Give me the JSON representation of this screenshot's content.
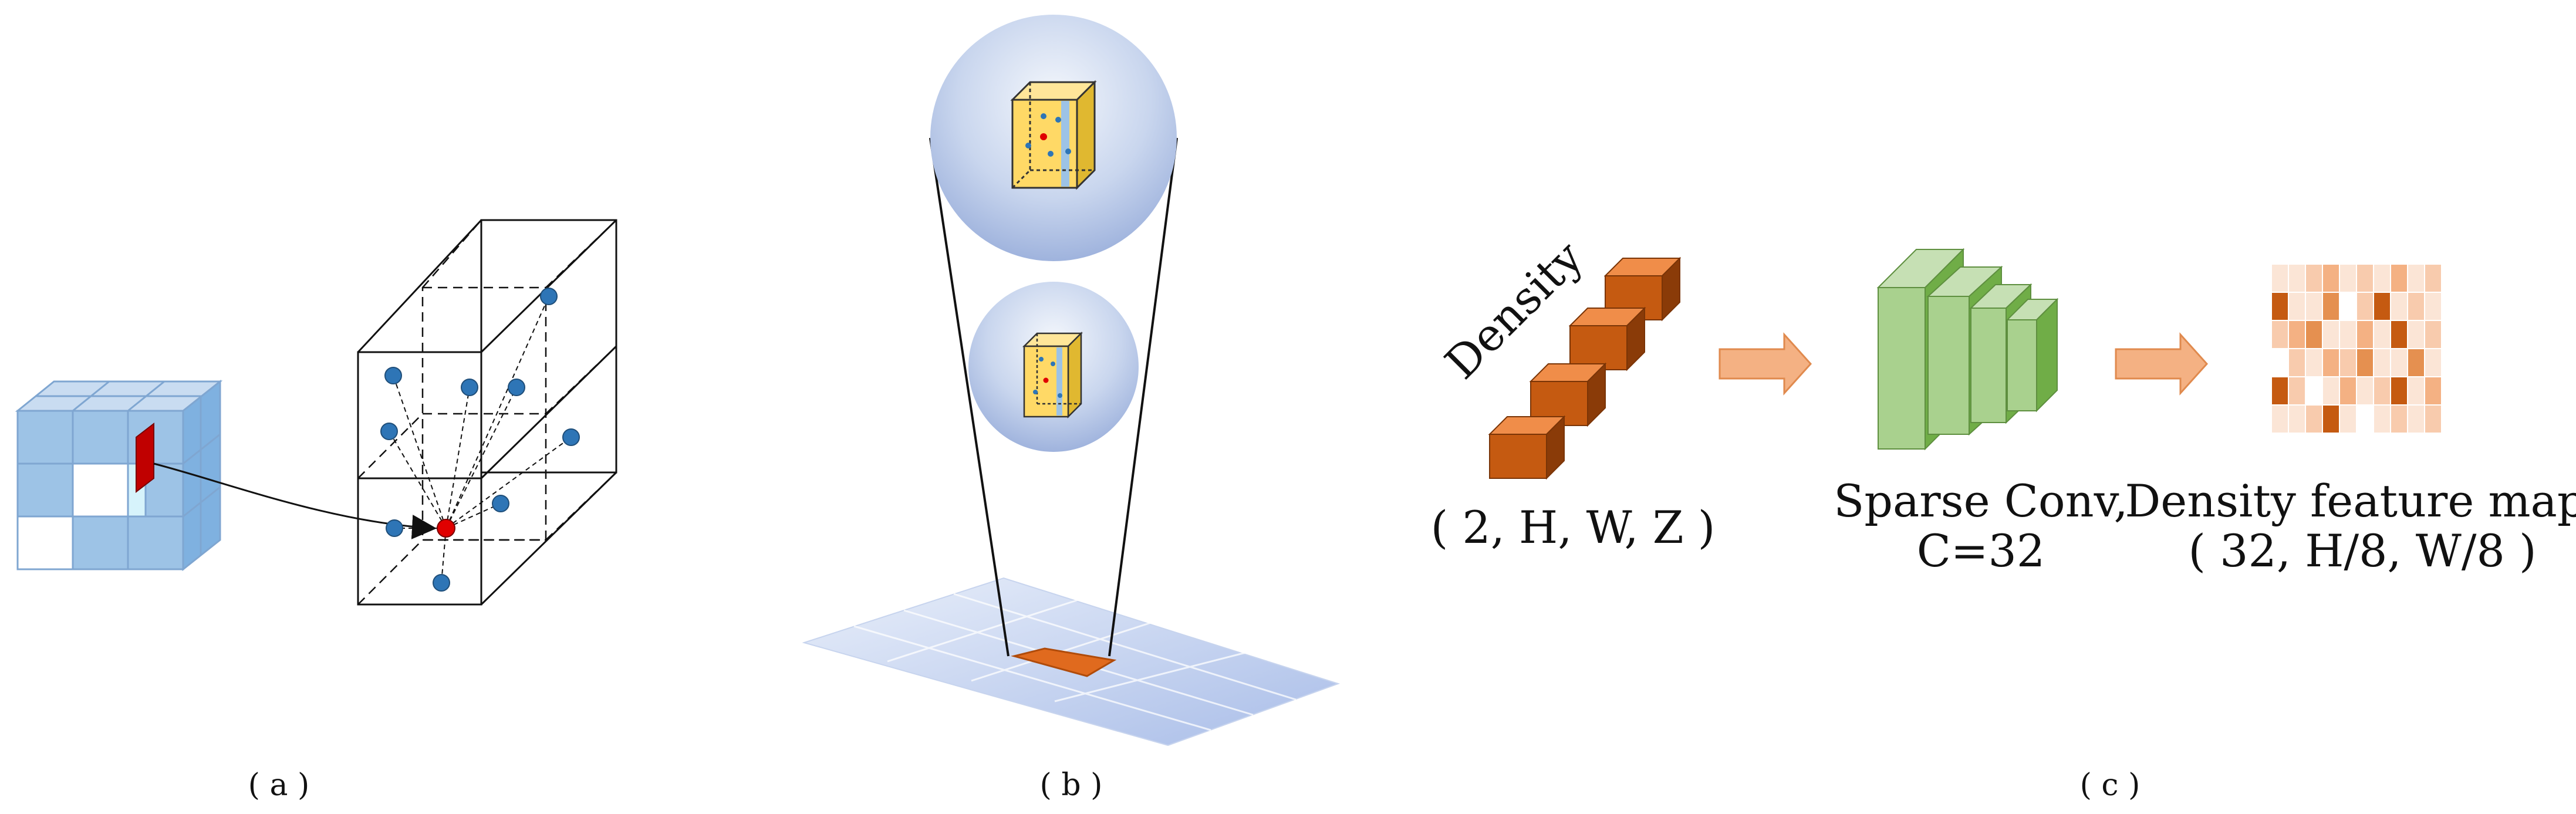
{
  "panels": {
    "a": {
      "caption": "( a )"
    },
    "b": {
      "caption": "( b )"
    },
    "c": {
      "caption": "( c )",
      "input_title": "Density",
      "input_shape": "( 2, H, W, Z )",
      "conv_line1": "Sparse Conv,",
      "conv_line2": "C=32",
      "output_line1": "Density feature map,",
      "output_line2": "( 32, H/8, W/8 )"
    }
  },
  "colors": {
    "voxel_blue": "#9dc3e6",
    "highlight_red": "#c00000",
    "point_blue": "#2e75b6",
    "cube_orange": "#c55a11",
    "arrow_orange": "#f4b183",
    "conv_green": "#a9d18e",
    "box_yellow": "#ffd966"
  }
}
